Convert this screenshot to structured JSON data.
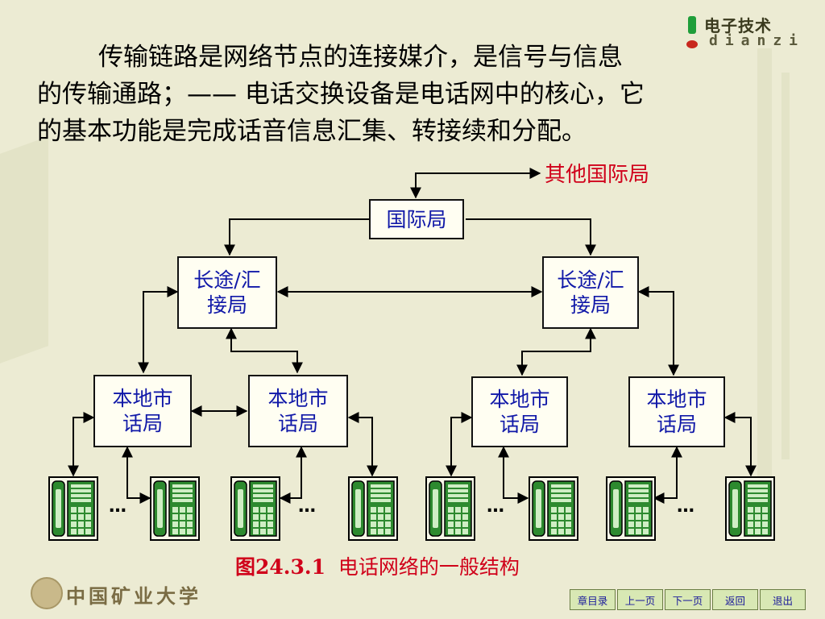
{
  "logo": {
    "title": "电子技术",
    "subtitle": "dianzi"
  },
  "paragraph": {
    "line1": "传输链路是网络节点的连接媒介，是信号与信息",
    "line2": "的传输通路；—— 电话交换设备是电话网中的核心，它",
    "line3": "的基本功能是完成话音信息汇集、转接续和分配。"
  },
  "diagram": {
    "other_intl": "其他国际局",
    "intl": "国际局",
    "toll_left": "长途/汇\n接局",
    "toll_right": "长途/汇\n接局",
    "local_1": "本地市\n话局",
    "local_2": "本地市\n话局",
    "local_3": "本地市\n话局",
    "local_4": "本地市\n话局",
    "ellipsis": "…",
    "colors": {
      "phone_body": "#2d8a2f",
      "phone_face": "#cfeec4",
      "label_red": "#d0001a",
      "node_text": "#1018a8"
    }
  },
  "caption": {
    "number": "图24.3.1",
    "text": "电话网络的一般结构"
  },
  "footer": {
    "institution": "中国矿业大学"
  },
  "nav": {
    "chapter_toc": "章目录",
    "prev_page": "上一页",
    "next_page": "下一页",
    "back": "返回",
    "exit": "退出"
  }
}
